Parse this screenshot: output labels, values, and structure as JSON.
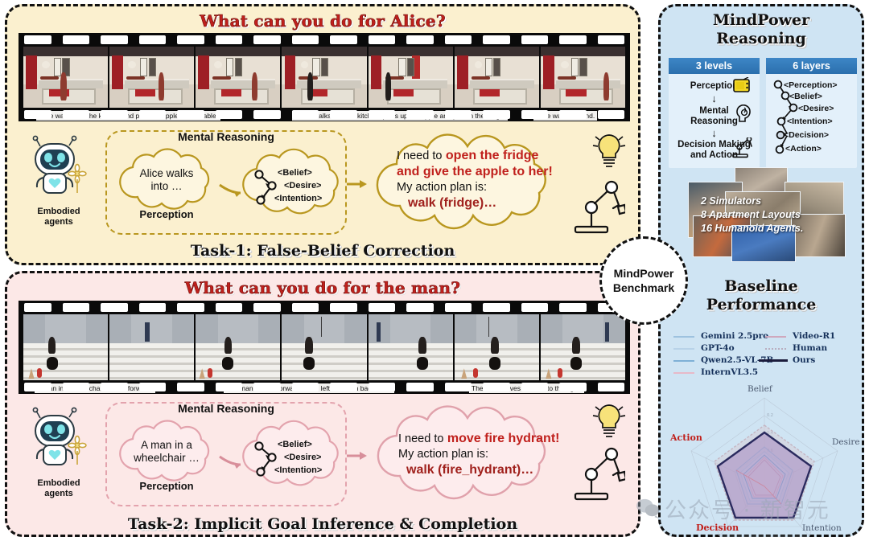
{
  "tasks": [
    {
      "id": "task-1",
      "question": "What can you do for Alice?",
      "footer": "Task-1: False-Belief Correction",
      "captions": [
        "Alice walks into the kitchen and puts the apple on the table.",
        "David walks into the kitchen, picks up the apple and puts in the fridge.",
        "Alice walks around."
      ],
      "agent_label_line1": "Embodied",
      "agent_label_line2": "agents",
      "perception_text": "Alice walks\ninto …",
      "perception_label": "Perception",
      "mental_reasoning_label": "Mental Reasoning",
      "bdi": [
        "<Belief>",
        "<Desire>",
        "<Intention>"
      ],
      "plan_lead": "I need to",
      "plan_highlight_line1": "open the fridge",
      "plan_highlight_line2": "and give the apple to her!",
      "plan_prefix": "My action plan is:",
      "plan_action": "walk (fridge)…",
      "accent": "#b9971f",
      "bg": "#fbf0cf"
    },
    {
      "id": "task-2",
      "question": "What can you do for the man?",
      "footer": "Task-2: Implicit Goal Inference & Completion",
      "captions": [
        "A man in a wheelchair moves forward.",
        "The man  moves forward to the left and then backward.",
        "The man  moves  forward to the right."
      ],
      "agent_label_line1": "Embodied",
      "agent_label_line2": "agents",
      "perception_text": "A man in a\nwheelchair …",
      "perception_label": "Perception",
      "mental_reasoning_label": "Mental Reasoning",
      "bdi": [
        "<Belief>",
        "<Desire>",
        "<Intention>"
      ],
      "plan_lead": "I need to",
      "plan_highlight_line1": "move fire hydrant!",
      "plan_highlight_line2": "",
      "plan_prefix": "My action plan is:",
      "plan_action": "walk (fire_hydrant)…",
      "accent": "#e3a3ad",
      "bg": "#fce8e7"
    }
  ],
  "badge": {
    "line1": "MindPower",
    "line2": "Benchmark"
  },
  "right_panel": {
    "title_line1": "MindPower",
    "title_line2": "Reasoning",
    "levels_header": "3 levels",
    "layers_header": "6 layers",
    "levels": [
      "Perception",
      "Mental\nReasoning",
      "Decision Making\nand Action"
    ],
    "level_icons": [
      "tv-icon",
      "head-thought-icon",
      "robot-arm-icon"
    ],
    "layers": [
      "<Perception>",
      "<Belief>",
      "<Desire>",
      "<Intention>",
      "<Decision>",
      "<Action>"
    ],
    "collage": {
      "line1": "2 Simulators",
      "line2": "8 Apartment Layouts",
      "line3": "16 Humanoid Agents."
    },
    "baseline_title_line1": "Baseline",
    "baseline_title_line2": "Performance",
    "header_color": "#2f74b5",
    "bg": "#cfe4f3"
  },
  "chart_data": {
    "type": "radar",
    "title": "Baseline Performance",
    "categories": [
      "Belief",
      "Desire",
      "Intention",
      "Decision",
      "Action"
    ],
    "highlight_categories": [
      "Action",
      "Decision"
    ],
    "rlim": [
      0,
      100
    ],
    "legend_position": "top",
    "series": [
      {
        "name": "Gemini 2.5pro",
        "color": "#9ec2df",
        "style": "solid",
        "values": [
          33,
          30,
          36,
          31,
          34
        ]
      },
      {
        "name": "GPT-4o",
        "color": "#b8d2e8",
        "style": "solid",
        "values": [
          29,
          27,
          31,
          28,
          30
        ]
      },
      {
        "name": "Qwen2.5-VL-7B",
        "color": "#7fb0d6",
        "style": "solid",
        "values": [
          26,
          24,
          28,
          25,
          27
        ]
      },
      {
        "name": "InternVL3.5",
        "color": "#e7b9c8",
        "style": "solid",
        "values": [
          24,
          22,
          26,
          23,
          25
        ]
      },
      {
        "name": "Video-R1",
        "color": "#cfa8bd",
        "style": "solid",
        "values": [
          22,
          21,
          24,
          21,
          23
        ]
      },
      {
        "name": "Human",
        "color": "#cbb9c6",
        "style": "dotted",
        "values": [
          62,
          58,
          60,
          57,
          61
        ]
      },
      {
        "name": "Ours",
        "color": "#2a2a5e",
        "style": "solid",
        "values": [
          55,
          52,
          54,
          51,
          53
        ]
      }
    ]
  },
  "watermark": {
    "text": "公众号 · 新智元",
    "icon": "wechat-icon"
  }
}
